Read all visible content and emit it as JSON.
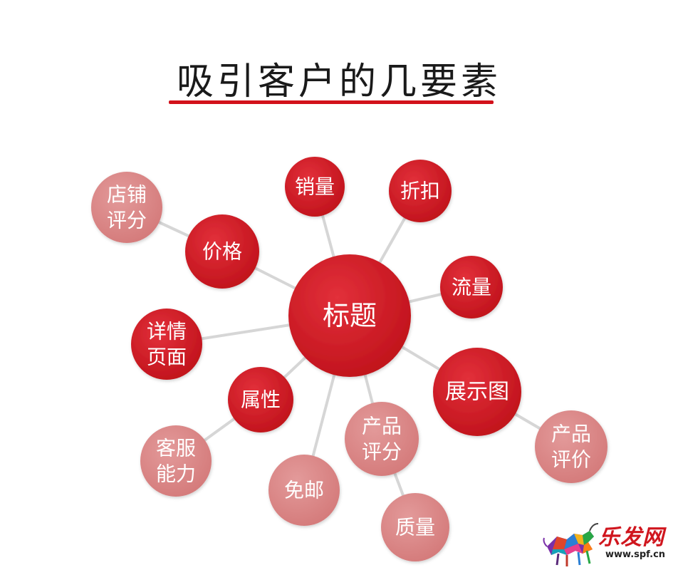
{
  "title": "吸引客户的几要素",
  "colors": {
    "primary": "#cc1a22",
    "secondary": "#d98585",
    "connector": "#d6d6d6",
    "underline": "#d2111b"
  },
  "center": {
    "id": "title",
    "lines": [
      "标题"
    ],
    "style": "primary"
  },
  "nodes": [
    {
      "id": "sales",
      "lines": [
        "销量"
      ],
      "style": "primary",
      "parent": "title"
    },
    {
      "id": "discount",
      "lines": [
        "折扣"
      ],
      "style": "primary",
      "parent": "title"
    },
    {
      "id": "traffic",
      "lines": [
        "流量"
      ],
      "style": "primary",
      "parent": "title"
    },
    {
      "id": "showcase",
      "lines": [
        "展示图"
      ],
      "style": "primary",
      "parent": "title"
    },
    {
      "id": "product-review",
      "lines": [
        "产品",
        "评价"
      ],
      "style": "secondary",
      "parent": "showcase"
    },
    {
      "id": "product-rating",
      "lines": [
        "产品",
        "评分"
      ],
      "style": "secondary",
      "parent": "title"
    },
    {
      "id": "quality",
      "lines": [
        "质量"
      ],
      "style": "secondary",
      "parent": "product-rating"
    },
    {
      "id": "free-shipping",
      "lines": [
        "免邮"
      ],
      "style": "secondary",
      "parent": "title"
    },
    {
      "id": "attribute",
      "lines": [
        "属性"
      ],
      "style": "primary",
      "parent": "title"
    },
    {
      "id": "service",
      "lines": [
        "客服",
        "能力"
      ],
      "style": "secondary",
      "parent": "attribute"
    },
    {
      "id": "detail-page",
      "lines": [
        "详情",
        "页面"
      ],
      "style": "primary",
      "parent": "title"
    },
    {
      "id": "price",
      "lines": [
        "价格"
      ],
      "style": "primary",
      "parent": "title"
    },
    {
      "id": "store-rating",
      "lines": [
        "店铺",
        "评分"
      ],
      "style": "secondary",
      "parent": "price"
    }
  ],
  "watermark": {
    "brand": "乐发网",
    "url": "www.spf.cn",
    "icon": "colorful-bull-logo"
  }
}
